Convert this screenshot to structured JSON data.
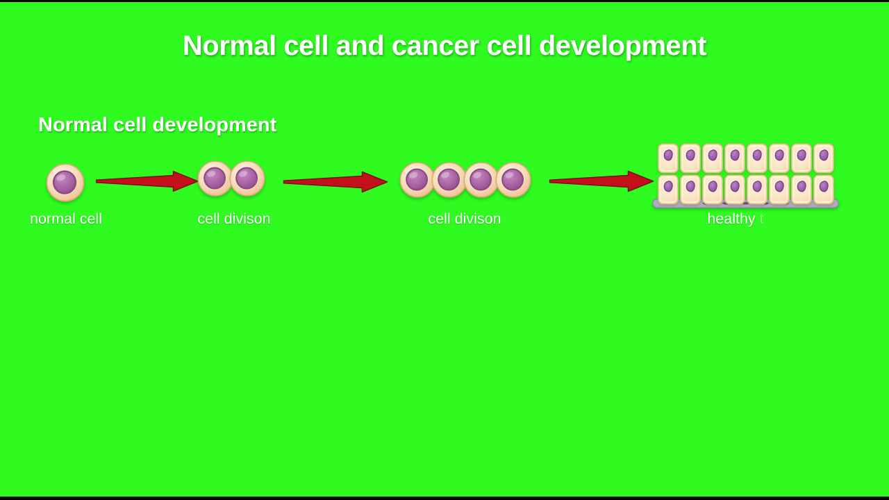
{
  "title": "Normal cell and cancer cell development",
  "section_heading": "Normal cell development",
  "stages": [
    {
      "id": "normal-cell",
      "label": "normal cell",
      "cell_count": 1
    },
    {
      "id": "cell-division-1",
      "label": "cell divison",
      "cell_count": 2
    },
    {
      "id": "cell-division-2",
      "label": "cell divison",
      "cell_count": 4
    },
    {
      "id": "healthy-tissue",
      "label": "healthy",
      "label_typing": "t",
      "tissue": {
        "rows": 2,
        "cols": 8,
        "membrane_dots": 9
      }
    }
  ],
  "colors": {
    "background": "#2ffb20",
    "letterbox": "#000000",
    "text": "#ffffff",
    "arrow_fill": "#c3101b",
    "arrow_outline": "#7a0e12",
    "cell_body": "#f6ddb9",
    "cell_body_light": "#fdf3de",
    "cell_border": "#dfa87b",
    "nucleus": "#a962a3",
    "nucleus_dark": "#8a4a86",
    "tissue_cell_fill": "#f8e2ba",
    "tissue_cell_border": "#e9bc84",
    "tissue_nucleus": "#9a5bad",
    "tissue_nucleus_dark": "#6e3e88",
    "membrane_fill": "#b3abc6",
    "membrane_border": "#958caa",
    "membrane_dot": "#6f4a86"
  }
}
